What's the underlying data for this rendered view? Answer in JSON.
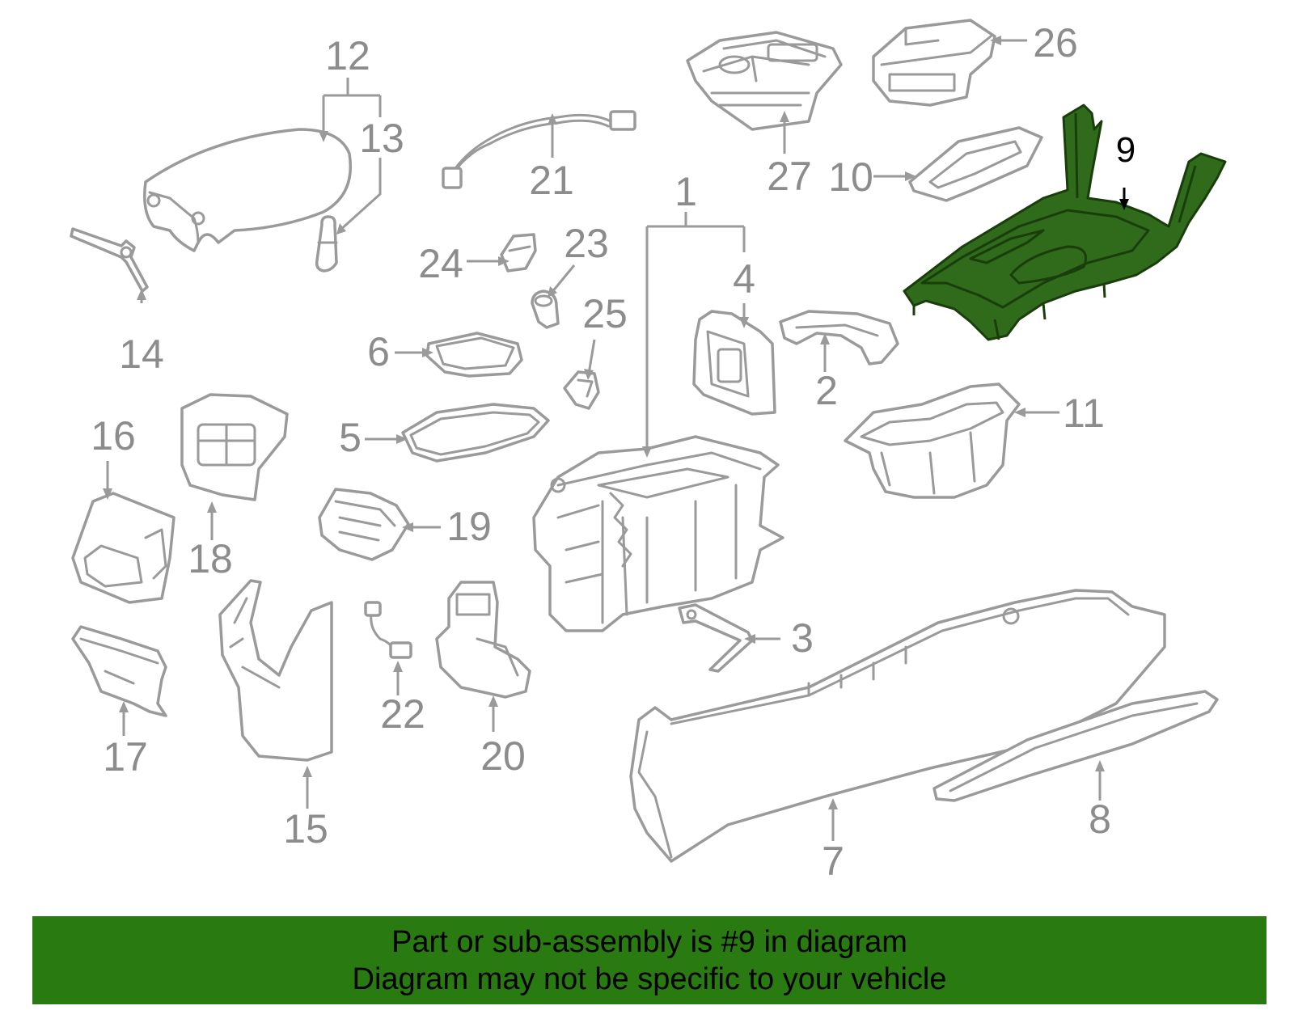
{
  "callouts": {
    "c1": "1",
    "c2": "2",
    "c3": "3",
    "c4": "4",
    "c5": "5",
    "c6": "6",
    "c7": "7",
    "c8": "8",
    "c9": "9",
    "c10": "10",
    "c11": "11",
    "c12": "12",
    "c13": "13",
    "c14": "14",
    "c15": "15",
    "c16": "16",
    "c17": "17",
    "c18": "18",
    "c19": "19",
    "c20": "20",
    "c21": "21",
    "c22": "22",
    "c23": "23",
    "c24": "24",
    "c25": "25",
    "c26": "26",
    "c27": "27"
  },
  "highlighted_part": "9",
  "colors": {
    "highlight_fill": "#2f6b1a",
    "banner_background": "#2a7a12",
    "outline_gray": "#9a9a9a"
  },
  "banner": {
    "line1": "Part or sub-assembly is #9 in diagram",
    "line2": "Diagram may not be specific to your vehicle"
  }
}
